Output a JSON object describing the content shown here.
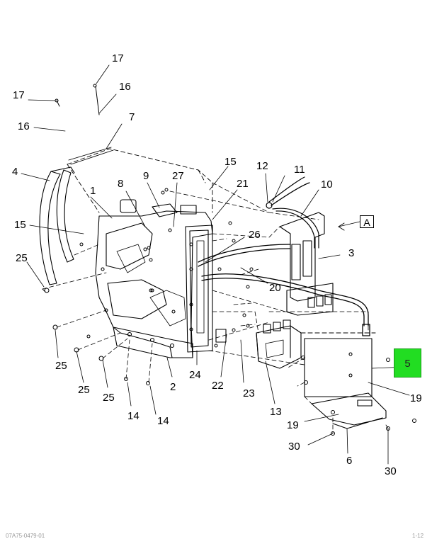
{
  "diagram": {
    "callouts": [
      {
        "id": "c17a",
        "text": "17"
      },
      {
        "id": "c17b",
        "text": "17"
      },
      {
        "id": "c16a",
        "text": "16"
      },
      {
        "id": "c16b",
        "text": "16"
      },
      {
        "id": "c7",
        "text": "7"
      },
      {
        "id": "c4",
        "text": "4"
      },
      {
        "id": "c15a",
        "text": "15"
      },
      {
        "id": "c12",
        "text": "12"
      },
      {
        "id": "c11",
        "text": "11"
      },
      {
        "id": "c10",
        "text": "10"
      },
      {
        "id": "c9",
        "text": "9"
      },
      {
        "id": "c27",
        "text": "27"
      },
      {
        "id": "c8",
        "text": "8"
      },
      {
        "id": "c1",
        "text": "1"
      },
      {
        "id": "c21",
        "text": "21"
      },
      {
        "id": "c15b",
        "text": "15"
      },
      {
        "id": "c26",
        "text": "26"
      },
      {
        "id": "c3",
        "text": "3"
      },
      {
        "id": "c25a",
        "text": "25"
      },
      {
        "id": "c20",
        "text": "20"
      },
      {
        "id": "c25b",
        "text": "25"
      },
      {
        "id": "c25c",
        "text": "25"
      },
      {
        "id": "c25d",
        "text": "25"
      },
      {
        "id": "c24",
        "text": "24"
      },
      {
        "id": "c22",
        "text": "22"
      },
      {
        "id": "c2",
        "text": "2"
      },
      {
        "id": "c23",
        "text": "23"
      },
      {
        "id": "c14a",
        "text": "14"
      },
      {
        "id": "c14b",
        "text": "14"
      },
      {
        "id": "c13",
        "text": "13"
      },
      {
        "id": "c19a",
        "text": "19"
      },
      {
        "id": "c19b",
        "text": "19"
      },
      {
        "id": "c30a",
        "text": "30"
      },
      {
        "id": "c30b",
        "text": "30"
      },
      {
        "id": "c6",
        "text": "6"
      }
    ],
    "highlighted_callout": {
      "text": "5",
      "color": "#22dd22"
    },
    "view_marker": {
      "text": "A"
    },
    "footer_left": "07A75-0479-01",
    "footer_right": "1-12"
  }
}
